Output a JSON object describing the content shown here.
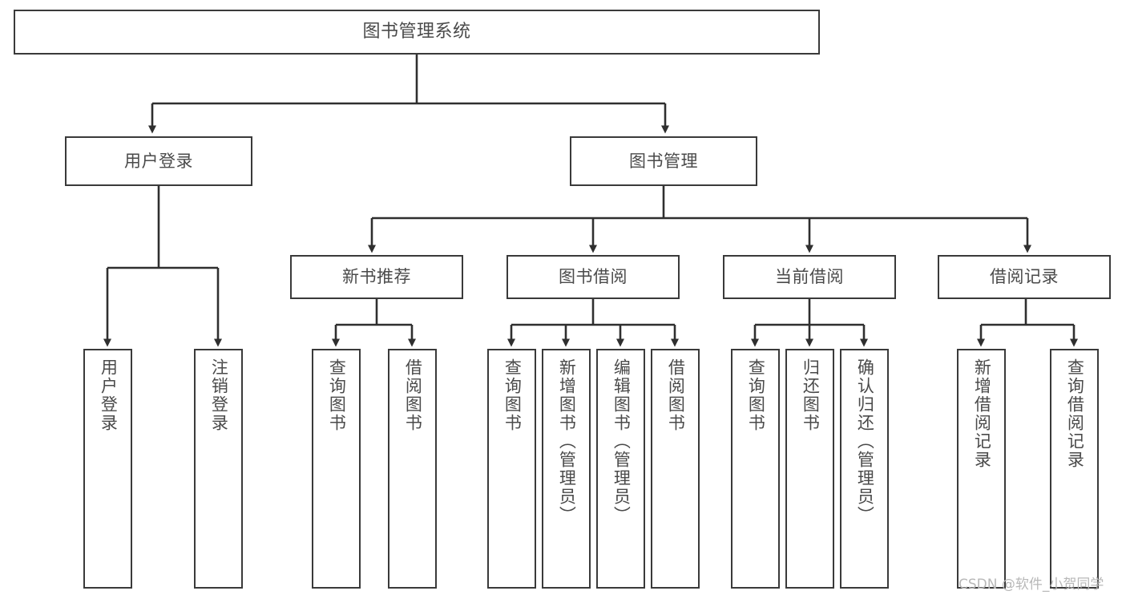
{
  "diagram": {
    "title": "图书管理系统",
    "type": "tree-hierarchy",
    "watermark": "CSDN @软件_小贺同学",
    "colors": {
      "box_border": "#3a3a3a",
      "box_fill": "#ffffff",
      "text": "#4a4a4a",
      "edge": "#2f2f2f",
      "watermark": "#b8b8b8",
      "background": "#ffffff"
    },
    "nodes": {
      "root": {
        "label": "图书管理系统"
      },
      "level2": [
        {
          "id": "user-login",
          "label": "用户登录"
        },
        {
          "id": "book-management",
          "label": "图书管理"
        }
      ],
      "level3": [
        {
          "id": "new-book-recommend",
          "label": "新书推荐"
        },
        {
          "id": "book-borrow",
          "label": "图书借阅"
        },
        {
          "id": "current-borrow",
          "label": "当前借阅"
        },
        {
          "id": "borrow-record",
          "label": "借阅记录"
        }
      ],
      "leaves": {
        "user_login": [
          {
            "id": "leaf-user-login",
            "label": "用户登录"
          },
          {
            "id": "leaf-logout",
            "label": "注销登录"
          }
        ],
        "new_book_recommend": [
          {
            "id": "leaf-query-book-1",
            "label": "查询图书"
          },
          {
            "id": "leaf-borrow-book-1",
            "label": "借阅图书"
          }
        ],
        "book_borrow": [
          {
            "id": "leaf-query-book-2",
            "label": "查询图书"
          },
          {
            "id": "leaf-add-book",
            "label": "新增图书（管理员）"
          },
          {
            "id": "leaf-edit-book",
            "label": "编辑图书（管理员）"
          },
          {
            "id": "leaf-borrow-book-2",
            "label": "借阅图书"
          }
        ],
        "current_borrow": [
          {
            "id": "leaf-query-book-3",
            "label": "查询图书"
          },
          {
            "id": "leaf-return-book",
            "label": "归还图书"
          },
          {
            "id": "leaf-confirm-return",
            "label": "确认归还（管理员）"
          }
        ],
        "borrow_record": [
          {
            "id": "leaf-add-record",
            "label": "新增借阅记录"
          },
          {
            "id": "leaf-query-record",
            "label": "查询借阅记录"
          }
        ]
      }
    }
  }
}
